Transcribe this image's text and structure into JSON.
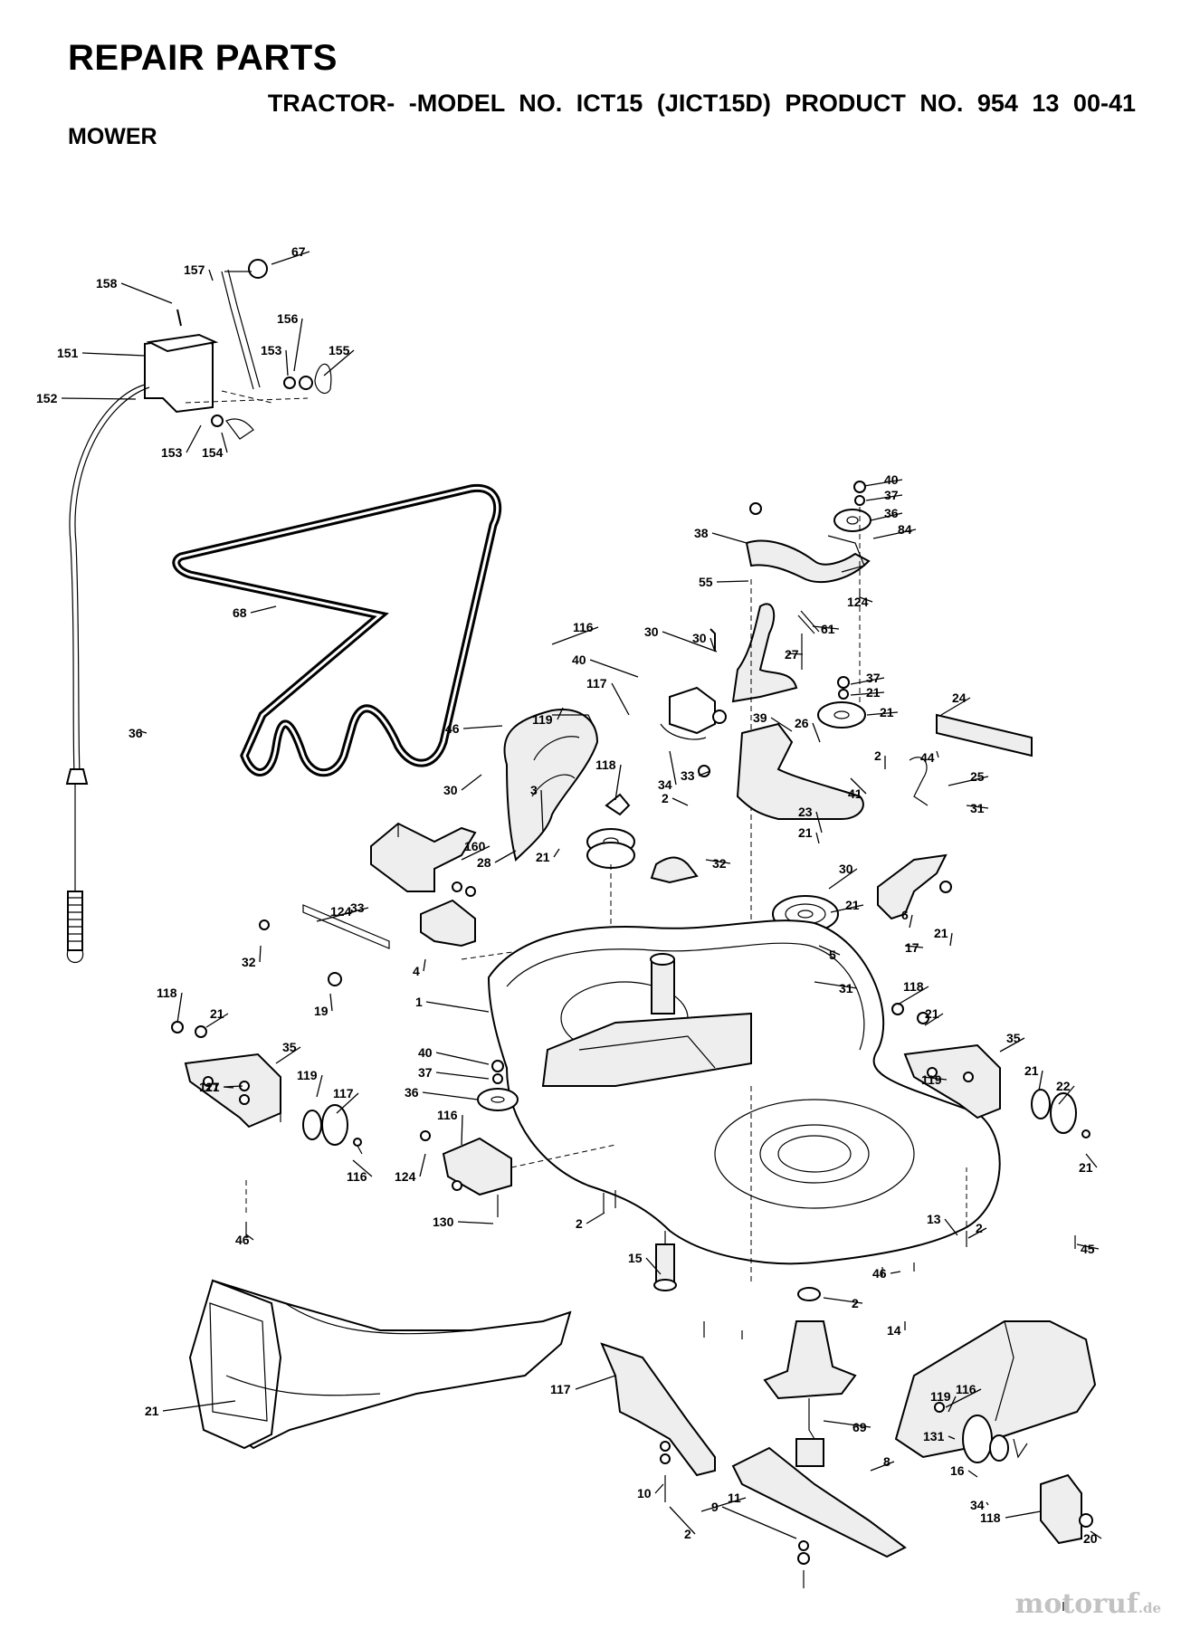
{
  "header": {
    "title": "REPAIR PARTS",
    "subtitle": "TRACTOR- -MODEL NO. ICT15 (JICT15D) PRODUCT NO. 954 13 00-41",
    "section": "MOWER"
  },
  "callouts": [
    "67",
    "157",
    "158",
    "156",
    "155",
    "153",
    "151",
    "152",
    "153",
    "154",
    "68",
    "40",
    "37",
    "36",
    "84",
    "38",
    "55",
    "124",
    "61",
    "30",
    "27",
    "116",
    "30",
    "40",
    "37",
    "21",
    "117",
    "119",
    "39",
    "21",
    "36",
    "26",
    "24",
    "46",
    "44",
    "34",
    "118",
    "33",
    "2",
    "41",
    "2",
    "30",
    "21",
    "160",
    "3",
    "32",
    "28",
    "23",
    "21",
    "21",
    "25",
    "31",
    "30",
    "124",
    "21",
    "33",
    "6",
    "32",
    "5",
    "4",
    "31",
    "17",
    "19",
    "1",
    "118",
    "21",
    "118",
    "40",
    "21",
    "37",
    "35",
    "35",
    "36",
    "21",
    "119",
    "119",
    "21",
    "117",
    "117",
    "22",
    "116",
    "116",
    "21",
    "124",
    "130",
    "2",
    "2",
    "46",
    "13",
    "15",
    "2",
    "46",
    "14",
    "45",
    "11",
    "116",
    "69",
    "117",
    "119",
    "131",
    "16",
    "21",
    "8",
    "34",
    "10",
    "118",
    "9",
    "20",
    "2"
  ],
  "watermark": {
    "name": "motoruf",
    "tld": ".de"
  }
}
